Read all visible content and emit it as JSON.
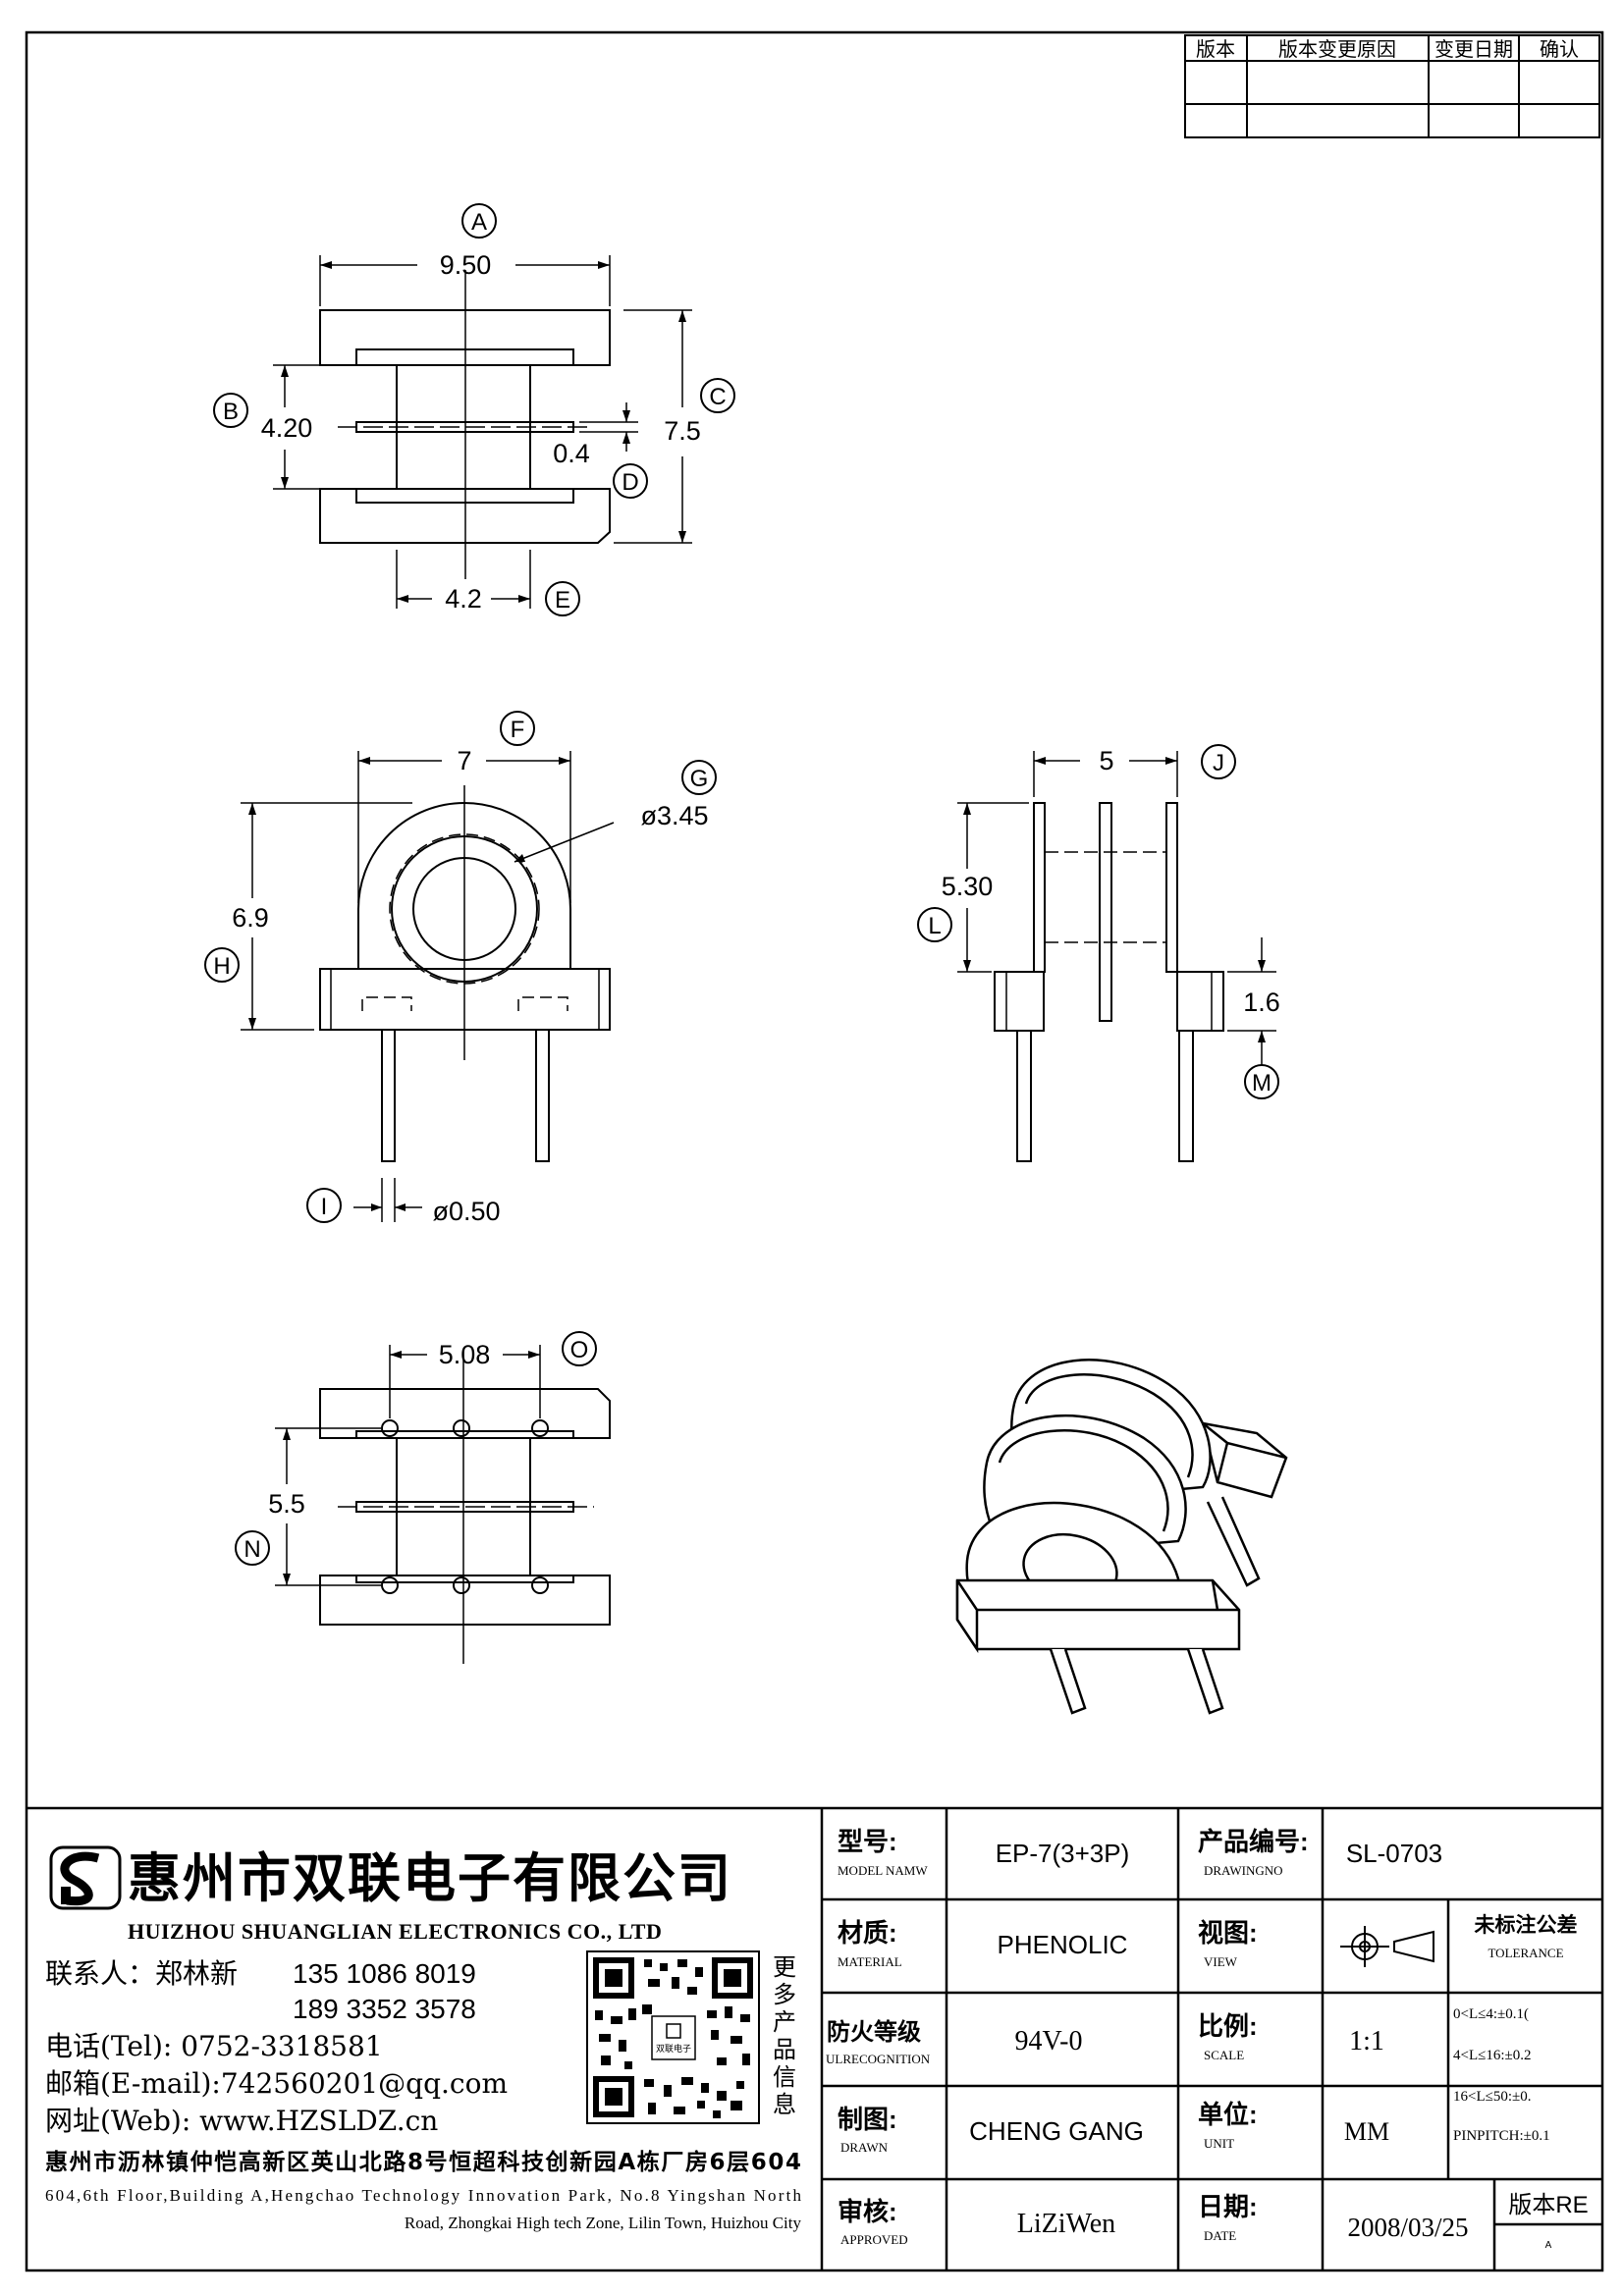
{
  "revision_table": {
    "headers": [
      "版本",
      "版本变更原因",
      "变更日期",
      "确认"
    ]
  },
  "views": {
    "top": {
      "dim_A": "9.50",
      "dim_B": "4.20",
      "dim_C": "7.5",
      "dim_D": "0.4",
      "dim_E": "4.2",
      "labels": [
        "A",
        "B",
        "C",
        "D",
        "E"
      ]
    },
    "front": {
      "dim_F": "7",
      "dim_G": "ø3.45",
      "dim_H": "6.9",
      "dim_I": "ø0.50",
      "labels": [
        "F",
        "G",
        "H",
        "I"
      ]
    },
    "side": {
      "dim_J": "5",
      "dim_L": "5.30",
      "dim_M": "1.6",
      "labels": [
        "J",
        "L",
        "M"
      ]
    },
    "bottom": {
      "dim_O": "5.08",
      "dim_N": "5.5",
      "labels": [
        "O",
        "N"
      ]
    }
  },
  "company": {
    "name_cn": "惠州市双联电子有限公司",
    "name_en": "HUIZHOU SHUANGLIAN ELECTRONICS CO., LTD",
    "contact_label": "联系人：郑林新",
    "phone1": "135 1086 8019",
    "phone2": "189 3352 3578",
    "tel": "电话(Tel): 0752-3318581",
    "email": "邮箱(E-mail):742560201@qq.com",
    "web": "网址(Web): www.HZSLDZ.cn",
    "address_cn": "惠州市沥林镇仲恺高新区英山北路8号恒超科技创新园A栋厂房6层604",
    "address_en_1": "604,6th Floor,Building A,Hengchao Technology Innovation Park, No.8 Yingshan North",
    "address_en_2": "Road, Zhongkai High tech Zone, Lilin Town, Huizhou City",
    "qr_side_text": [
      "更",
      "多",
      "产",
      "品",
      "信",
      "息"
    ],
    "qr_center": "双联电子"
  },
  "title_block": {
    "model_label_cn": "型号:",
    "model_label_en": "MODEL NAMW",
    "model_value": "EP-7(3+3P)",
    "drawingno_label_cn": "产品编号:",
    "drawingno_label_en": "DRAWINGNO",
    "drawingno_value": "SL-0703",
    "material_label_cn": "材质:",
    "material_label_en": "MATERIAL",
    "material_value": "PHENOLIC",
    "view_label_cn": "视图:",
    "view_label_en": "VIEW",
    "tolerance_label_cn": "未标注公差",
    "tolerance_label_en": "TOLERANCE",
    "tolerance_lines": [
      "0<L≤4:±0.1(",
      "4<L≤16:±0.2",
      "16<L≤50:±0.",
      "PINPITCH:±0.1"
    ],
    "ul_label_cn": "防火等级",
    "ul_label_en": "ULRECOGNITION",
    "ul_value": "94V-0",
    "scale_label_cn": "比例:",
    "scale_label_en": "SCALE",
    "scale_value": "1:1",
    "drawn_label_cn": "制图:",
    "drawn_label_en": "DRAWN",
    "drawn_value": "CHENG GANG",
    "unit_label_cn": "单位:",
    "unit_label_en": "UNIT",
    "unit_value": "MM",
    "approved_label_cn": "审核:",
    "approved_label_en": "APPROVED",
    "approved_value": "LiZiWen",
    "date_label_cn": "日期:",
    "date_label_en": "DATE",
    "date_value": "2008/03/25",
    "rev_label": "版本RE",
    "rev_value": "A"
  }
}
